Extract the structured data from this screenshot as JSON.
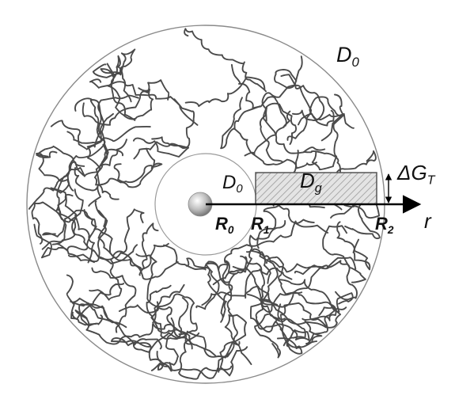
{
  "diagram": {
    "labels": {
      "outer_D": "D",
      "outer_D_sub": "0",
      "inner_D": "D",
      "inner_D_sub": "0",
      "gel_D": "D",
      "gel_D_sub": "g",
      "delta_G": "ΔG",
      "delta_G_sub": "T",
      "R0": "R",
      "R0_sub": "0",
      "R1": "R",
      "R1_sub": "1",
      "R2": "R",
      "R2_sub": "2",
      "r_axis": "r"
    },
    "colors": {
      "network": "#4a4a4a",
      "outline": "#8a8a8a",
      "hatch_fill": "#d6d6d6",
      "axis": "#000000"
    }
  }
}
